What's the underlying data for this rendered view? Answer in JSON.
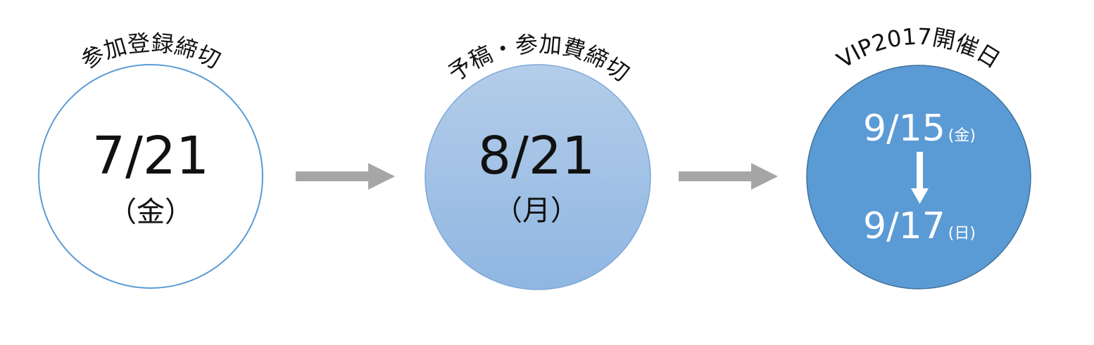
{
  "milestones": [
    {
      "label": "参加登録締切",
      "date": "7/21",
      "weekday": "（金）"
    },
    {
      "label": "予稿・参加費締切",
      "date": "8/21",
      "weekday": "（月）"
    },
    {
      "label": "VIP2017開催日",
      "start_date": "9/15",
      "start_weekday": "(金)",
      "end_date": "9/17",
      "end_weekday": "(日)"
    }
  ],
  "colors": {
    "circle1_fill": "#ffffff",
    "circle1_stroke": "#5b9bd5",
    "circle2_fill_top": "#b4cde9",
    "circle2_fill_bottom": "#8fb6e2",
    "circle2_stroke": "#7fa8d8",
    "circle3_fill": "#5b9bd5",
    "circle3_stroke": "#41719c",
    "arrow": "#a6a6a6",
    "inner_arrow": "#ffffff"
  }
}
